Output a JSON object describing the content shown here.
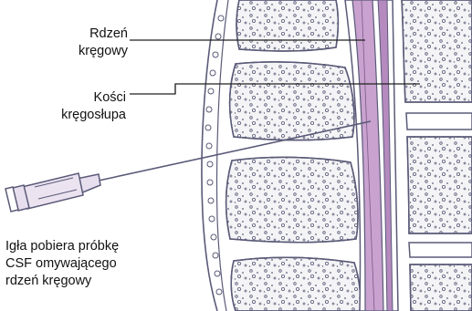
{
  "labels": {
    "spinal_cord": [
      "Rdzeń",
      "kręgowy"
    ],
    "vertebrae": [
      "Kości",
      "kręgosłupa"
    ],
    "needle": [
      "Igła pobiera próbkę",
      "CSF omywającego",
      "rdzeń kręgowy"
    ]
  },
  "colors": {
    "outline": "#5a5a78",
    "bone_fill": "#f4f4f6",
    "spinal_cord": "#c9a2cf",
    "canal_lining": "#b58abf",
    "leader_lines": "#222222",
    "text": "#111111"
  }
}
